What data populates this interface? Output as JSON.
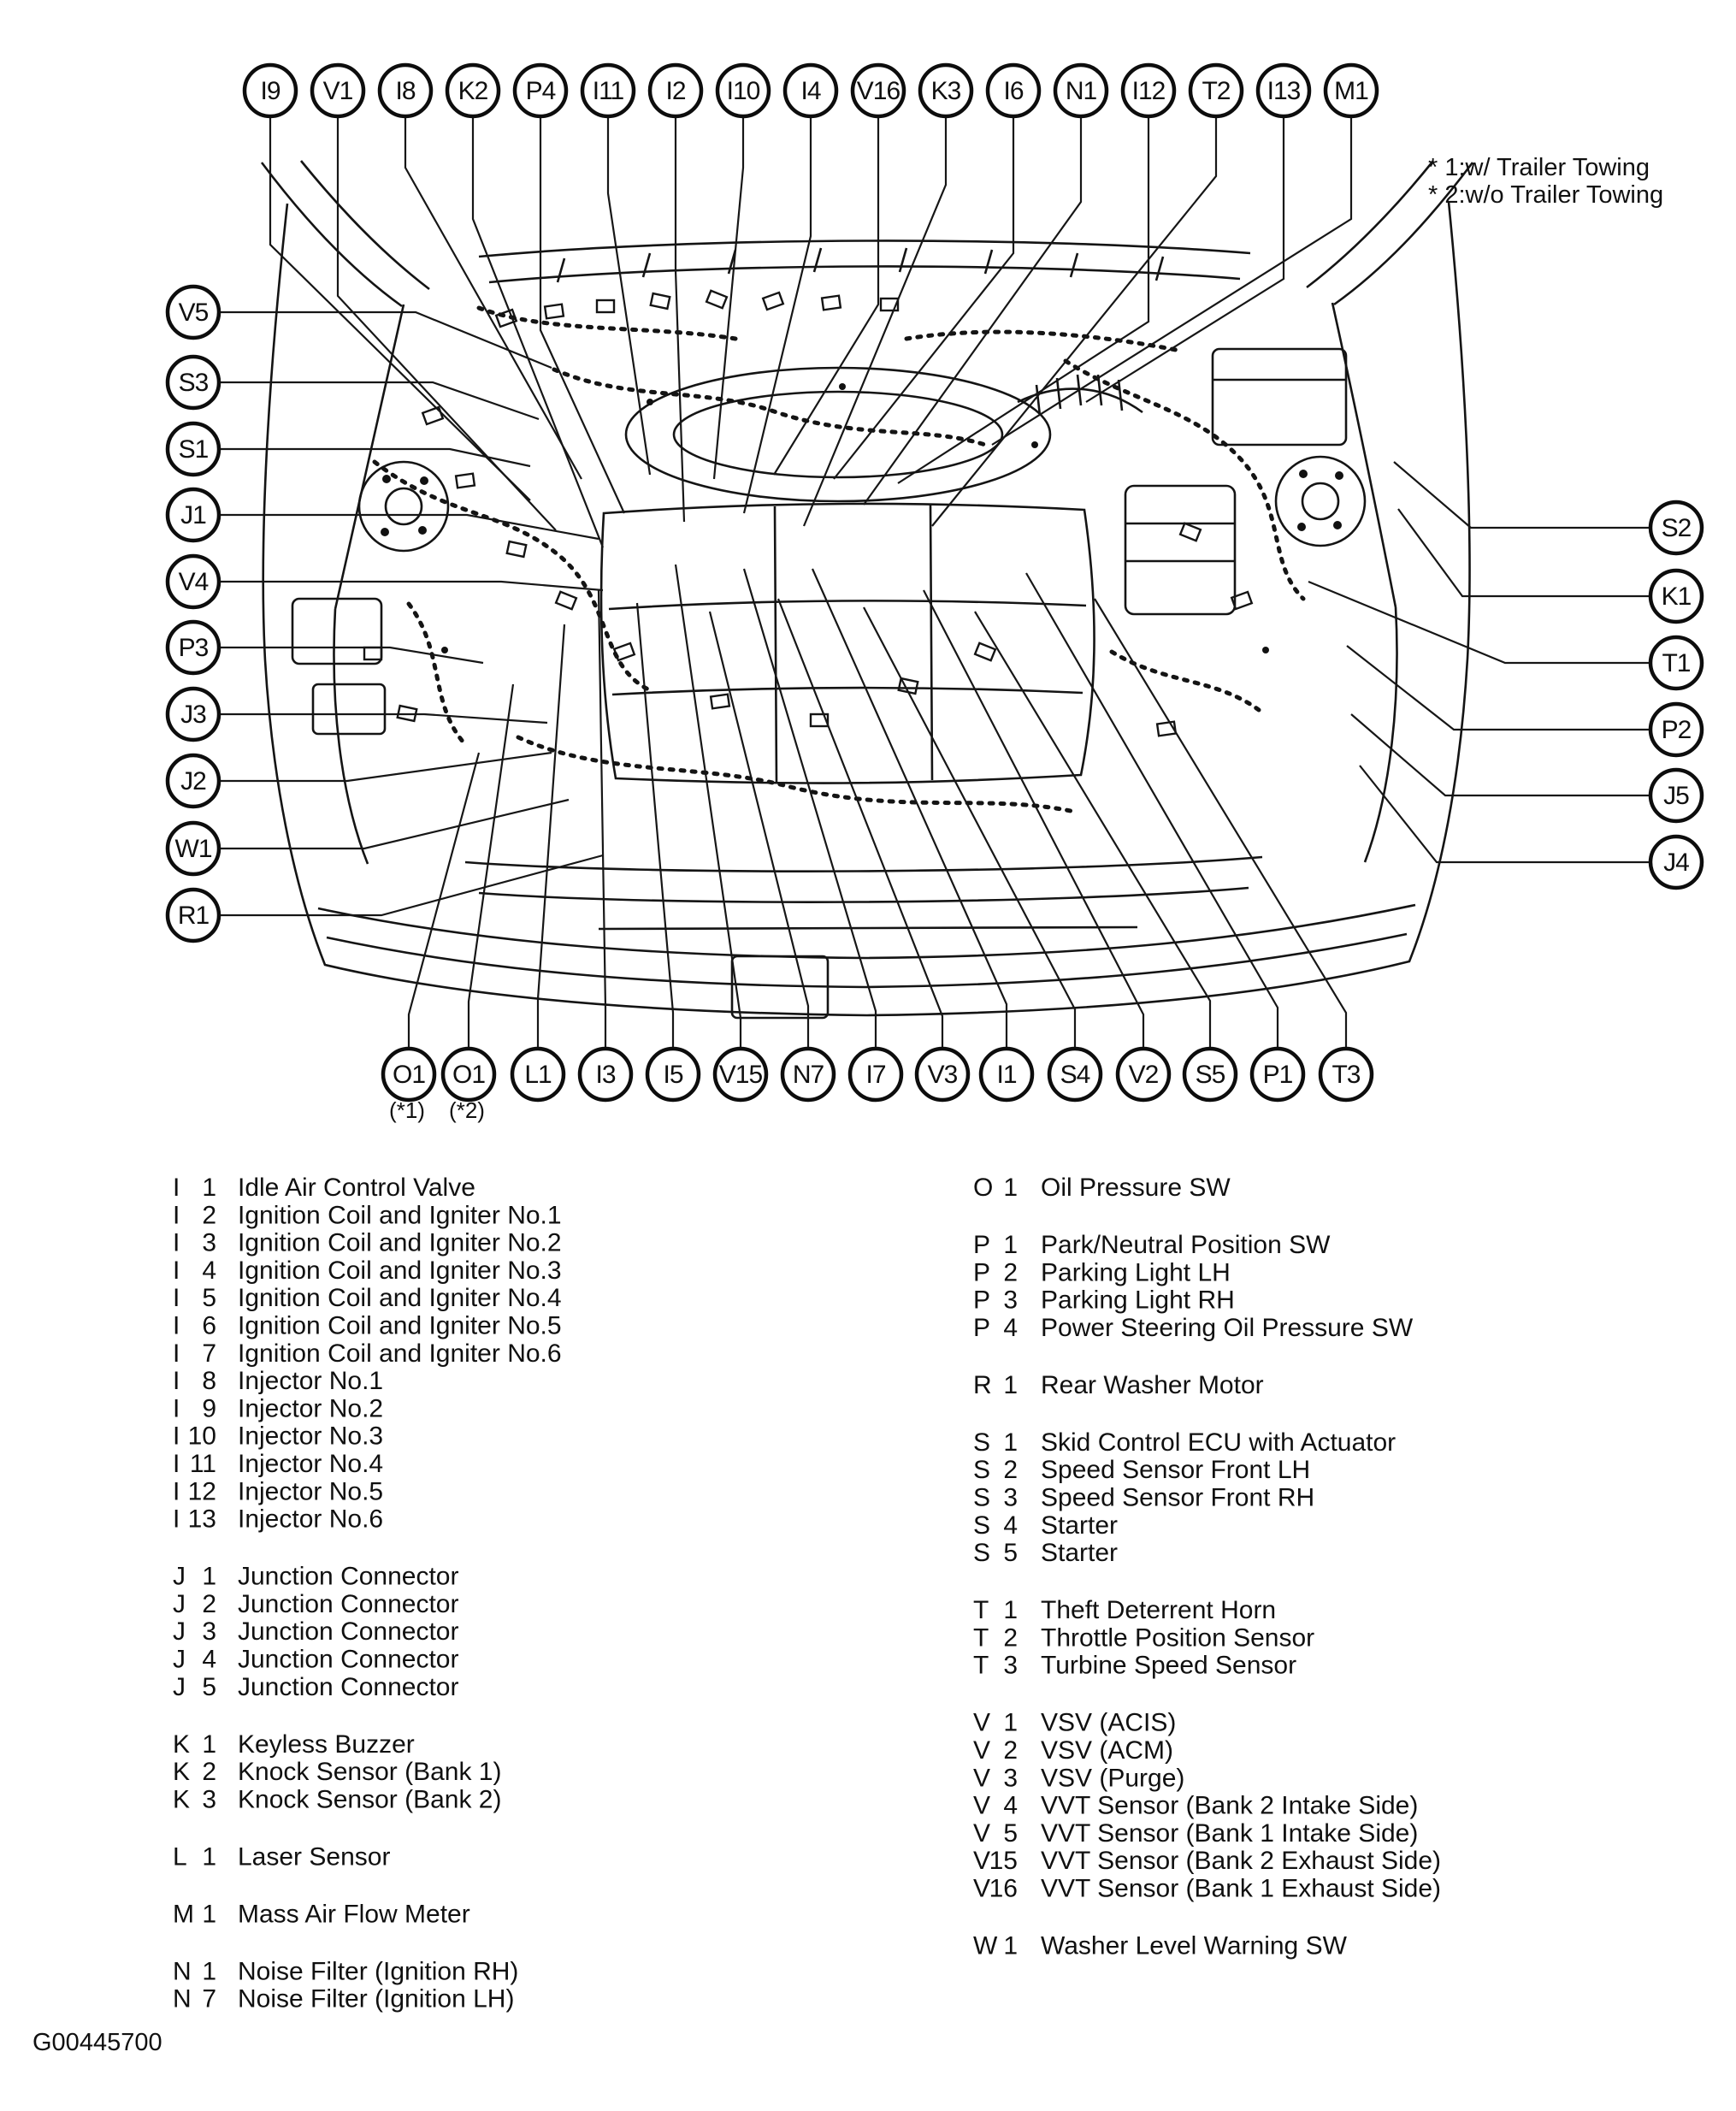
{
  "figure_id": "G00445700",
  "notes": [
    "* 1:w/ Trailer Towing",
    "* 2:w/o Trailer Towing"
  ],
  "callouts": {
    "top": [
      "I9",
      "V1",
      "I8",
      "K2",
      "P4",
      "I11",
      "I2",
      "I10",
      "I4",
      "V16",
      "K3",
      "I6",
      "N1",
      "I12",
      "T2",
      "I13",
      "M1"
    ],
    "left": [
      "V5",
      "S3",
      "S1",
      "J1",
      "V4",
      "P3",
      "J3",
      "J2",
      "W1",
      "R1"
    ],
    "right": [
      "S2",
      "K1",
      "T1",
      "P2",
      "J5",
      "J4"
    ],
    "bottom": [
      {
        "label": "O1",
        "note": "(*1)"
      },
      {
        "label": "O1",
        "note": "(*2)"
      },
      {
        "label": "L1",
        "note": ""
      },
      {
        "label": "I3",
        "note": ""
      },
      {
        "label": "I5",
        "note": ""
      },
      {
        "label": "V15",
        "note": ""
      },
      {
        "label": "N7",
        "note": ""
      },
      {
        "label": "I7",
        "note": ""
      },
      {
        "label": "V3",
        "note": ""
      },
      {
        "label": "I1",
        "note": ""
      },
      {
        "label": "S4",
        "note": ""
      },
      {
        "label": "V2",
        "note": ""
      },
      {
        "label": "S5",
        "note": ""
      },
      {
        "label": "P1",
        "note": ""
      },
      {
        "label": "T3",
        "note": ""
      }
    ]
  },
  "legend": {
    "left_column": [
      {
        "code": "I",
        "items": [
          [
            "1",
            "Idle Air Control Valve"
          ],
          [
            "2",
            "Ignition Coil and Igniter No.1"
          ],
          [
            "3",
            "Ignition Coil and Igniter No.2"
          ],
          [
            "4",
            "Ignition Coil and Igniter No.3"
          ],
          [
            "5",
            "Ignition Coil and Igniter No.4"
          ],
          [
            "6",
            "Ignition Coil and Igniter No.5"
          ],
          [
            "7",
            "Ignition Coil and Igniter No.6"
          ],
          [
            "8",
            "Injector No.1"
          ],
          [
            "9",
            "Injector No.2"
          ],
          [
            "10",
            "Injector No.3"
          ],
          [
            "11",
            "Injector No.4"
          ],
          [
            "12",
            "Injector No.5"
          ],
          [
            "13",
            "Injector No.6"
          ]
        ]
      },
      {
        "code": "J",
        "items": [
          [
            "1",
            "Junction Connector"
          ],
          [
            "2",
            "Junction Connector"
          ],
          [
            "3",
            "Junction Connector"
          ],
          [
            "4",
            "Junction Connector"
          ],
          [
            "5",
            "Junction Connector"
          ]
        ]
      },
      {
        "code": "K",
        "items": [
          [
            "1",
            "Keyless Buzzer"
          ],
          [
            "2",
            "Knock Sensor (Bank 1)"
          ],
          [
            "3",
            "Knock Sensor (Bank 2)"
          ]
        ]
      },
      {
        "code": "L",
        "items": [
          [
            "1",
            "Laser Sensor"
          ]
        ]
      },
      {
        "code": "M",
        "items": [
          [
            "1",
            "Mass Air Flow Meter"
          ]
        ]
      },
      {
        "code": "N",
        "items": [
          [
            "1",
            "Noise Filter (Ignition RH)"
          ],
          [
            "7",
            "Noise Filter (Ignition LH)"
          ]
        ]
      }
    ],
    "right_column": [
      {
        "code": "O",
        "items": [
          [
            "1",
            "Oil Pressure SW"
          ]
        ]
      },
      {
        "code": "P",
        "items": [
          [
            "1",
            "Park/Neutral Position SW"
          ],
          [
            "2",
            "Parking Light LH"
          ],
          [
            "3",
            "Parking Light RH"
          ],
          [
            "4",
            "Power Steering Oil Pressure SW"
          ]
        ]
      },
      {
        "code": "R",
        "items": [
          [
            "1",
            "Rear Washer Motor"
          ]
        ]
      },
      {
        "code": "S",
        "items": [
          [
            "1",
            "Skid Control ECU with Actuator"
          ],
          [
            "2",
            "Speed Sensor Front LH"
          ],
          [
            "3",
            "Speed Sensor Front RH"
          ],
          [
            "4",
            "Starter"
          ],
          [
            "5",
            "Starter"
          ]
        ]
      },
      {
        "code": "T",
        "items": [
          [
            "1",
            "Theft Deterrent Horn"
          ],
          [
            "2",
            "Throttle Position Sensor"
          ],
          [
            "3",
            "Turbine Speed Sensor"
          ]
        ]
      },
      {
        "code": "V",
        "items": [
          [
            "1",
            "VSV (ACIS)"
          ],
          [
            "2",
            "VSV (ACM)"
          ],
          [
            "3",
            "VSV (Purge)"
          ],
          [
            "4",
            "VVT Sensor (Bank 2 Intake Side)"
          ],
          [
            "5",
            "VVT Sensor (Bank 1 Intake Side)"
          ],
          [
            "15",
            "VVT Sensor (Bank 2 Exhaust Side)"
          ],
          [
            "16",
            "VVT Sensor (Bank 1 Exhaust Side)"
          ]
        ]
      },
      {
        "code": "W",
        "items": [
          [
            "1",
            "Washer Level Warning SW"
          ]
        ]
      }
    ]
  }
}
